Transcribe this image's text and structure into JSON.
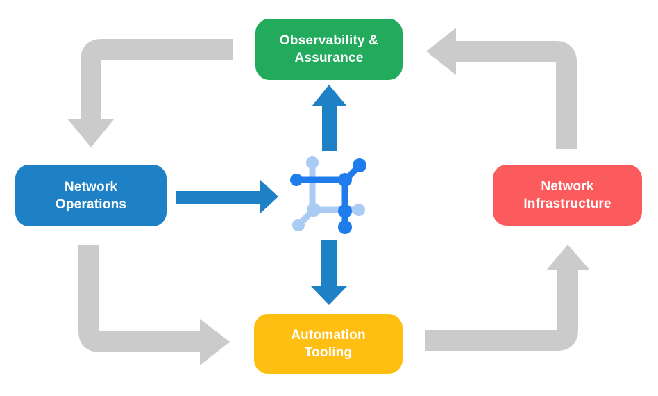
{
  "diagram": {
    "nodes": {
      "observability": {
        "line1": "Observability &",
        "line2": "Assurance",
        "color": "#22AB5C"
      },
      "operations": {
        "line1": "Network",
        "line2": "Operations",
        "color": "#1E81C5"
      },
      "infrastructure": {
        "line1": "Network",
        "line2": "Infrastructure",
        "color": "#FC5B5D"
      },
      "automation": {
        "line1": "Automation",
        "line2": "Tooling",
        "color": "#FEBE12"
      }
    },
    "flows": [
      {
        "from": "Observability & Assurance",
        "to": "Network Operations",
        "style": "gray-elbow"
      },
      {
        "from": "Network Infrastructure",
        "to": "Observability & Assurance",
        "style": "gray-elbow"
      },
      {
        "from": "Network Operations",
        "to": "Automation Tooling",
        "style": "gray-elbow"
      },
      {
        "from": "Automation Tooling",
        "to": "Network Infrastructure",
        "style": "gray-elbow"
      },
      {
        "from": "Network Operations",
        "to": "center-icon",
        "style": "blue-straight"
      },
      {
        "from": "center-icon",
        "to": "Observability & Assurance",
        "style": "blue-straight"
      },
      {
        "from": "center-icon",
        "to": "Automation Tooling",
        "style": "blue-straight"
      }
    ],
    "center_icon": "network-fabric-icon",
    "colors": {
      "arrow_gray": "#CBCBCB",
      "arrow_blue": "#1E81C5",
      "icon_blue": "#1E7CEC",
      "icon_light_blue": "#A9CBF4",
      "node_green": "#22AB5C",
      "node_blue": "#1E81C5",
      "node_red": "#FC5B5D",
      "node_yellow": "#FEBE12",
      "text": "#FFFFFF",
      "background": "#FFFFFF"
    }
  }
}
